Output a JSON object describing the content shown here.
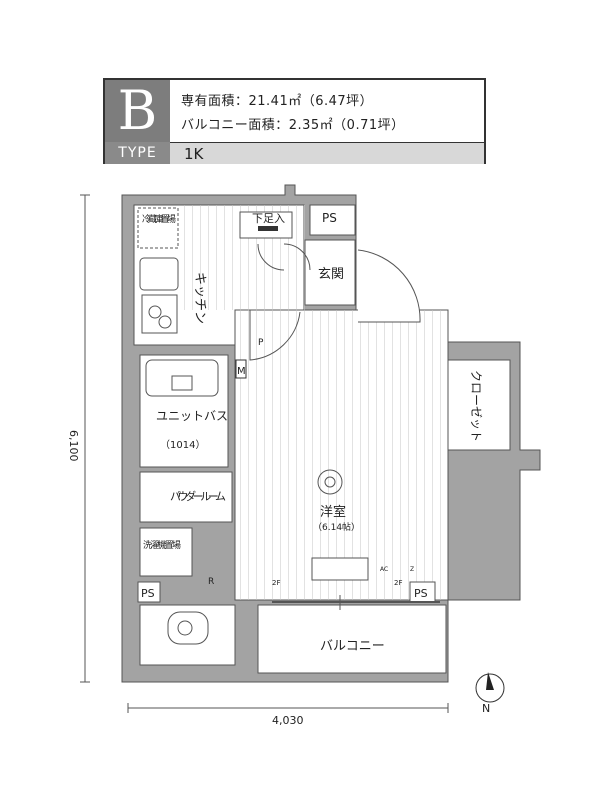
{
  "header": {
    "type_letter": "B",
    "type_label": "TYPE",
    "private_area": "専有面積：21.41㎡（6.47坪）",
    "balcony_area": "バルコニー面積：2.35㎡（0.71坪）",
    "layout": "1K"
  },
  "rooms": {
    "fridge": "冷蔵庫置場",
    "shoe_box": "下足入",
    "ps": "PS",
    "entrance": "玄関",
    "kitchen": "キッチン",
    "bath_label": "ユニットバス",
    "bath_size": "（1014）",
    "powder_room": "パウダールーム",
    "washer": "洗濯機置場",
    "western_room": "洋室",
    "western_room_size": "（6.14帖）",
    "closet": "クローゼット",
    "balcony": "バルコニー",
    "meter": "M",
    "panel_p": "P",
    "panel_r": "R",
    "floor_2f": "2F",
    "symbol_ac": "AC",
    "symbol_z": "Z"
  },
  "dimensions": {
    "height": "6,100",
    "width": "4,030"
  },
  "compass": {
    "north": "N"
  },
  "colors": {
    "wall": "#9a9a9a",
    "wall_outline": "#555555",
    "floor_line": "#bdbdbd"
  }
}
